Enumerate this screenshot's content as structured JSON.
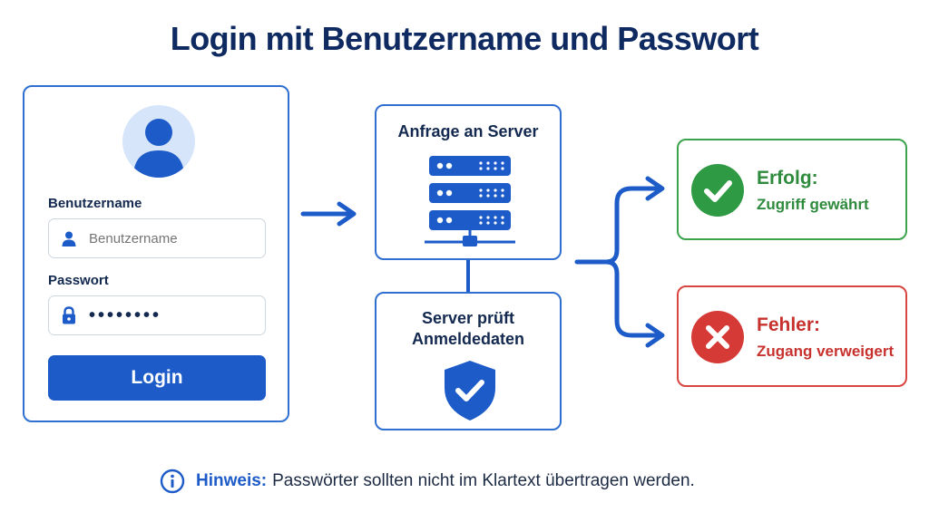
{
  "title": "Login mit Benutzername und Passwort",
  "login": {
    "username_label": "Benutzername",
    "username_placeholder": "Benutzername",
    "password_label": "Passwort",
    "password_mask": "••••••••",
    "button_label": "Login"
  },
  "server": {
    "request_title": "Anfrage an Server",
    "check_title_line1": "Server prüft",
    "check_title_line2": "Anmeldedaten"
  },
  "results": {
    "success_title": "Erfolg:",
    "success_text": "Zugriff gewährt",
    "error_title": "Fehler:",
    "error_text": "Zugang verweigert"
  },
  "note": {
    "label": "Hinweis:",
    "text": "Passwörter sollten nicht im Klartext übertragen werden."
  },
  "colors": {
    "primary": "#1d5bc9",
    "border": "#2f6fd0",
    "success": "#2e9a43",
    "error": "#d63a36",
    "avatar_bg": "#d6e5fa"
  },
  "icons": {
    "avatar": "user-avatar-icon",
    "username": "user-icon",
    "password": "lock-icon",
    "server": "server-rack-icon",
    "shield": "shield-check-icon",
    "success": "check-circle-icon",
    "error": "x-circle-icon",
    "info": "info-icon"
  }
}
